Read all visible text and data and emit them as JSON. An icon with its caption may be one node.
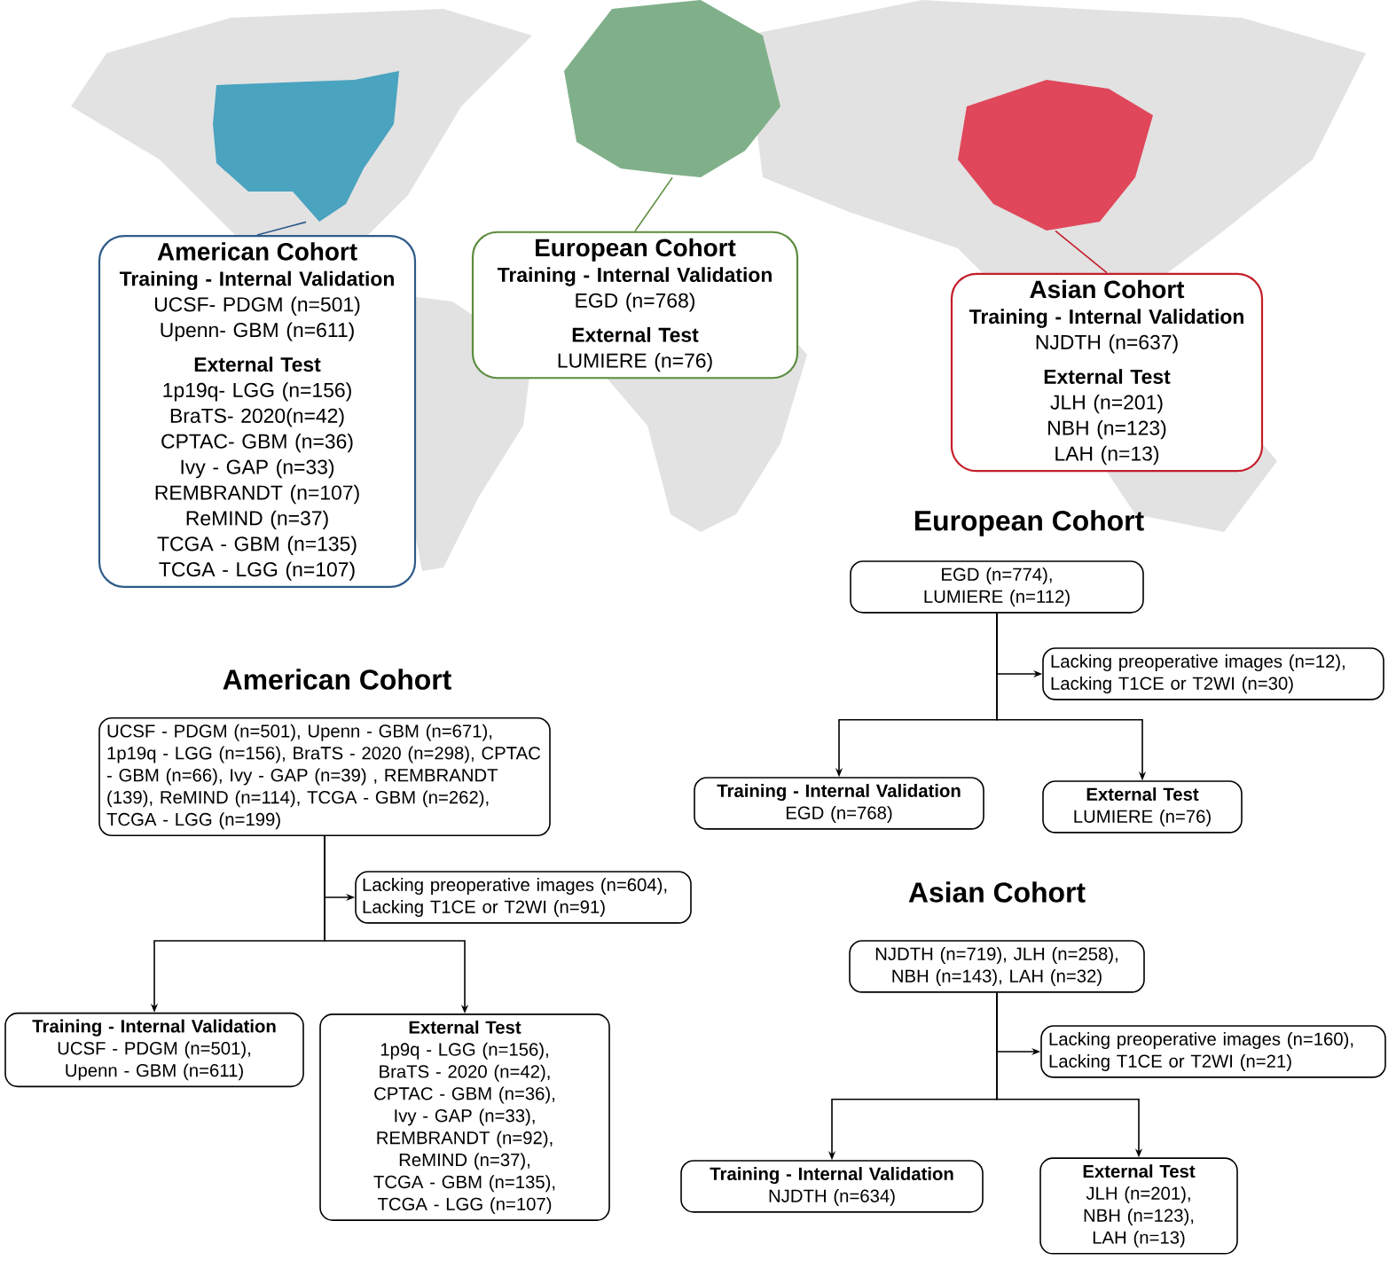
{
  "diagram": {
    "nodes": [
      {
        "text": [],
        "shape": "picture"
      },
      {
        "text": [],
        "shape": "picture"
      },
      {
        "text": [],
        "shape": "picture"
      },
      {
        "text": [
          "American Cohort",
          "Training - Internal Validation",
          "UCSF- PDGM (n=501)",
          "Upenn- GBM (n=611)",
          "External Test",
          "1p19q- LGG (n=156)",
          "BraTS- 2020(n=42)",
          "CPTAC- GBM (n=36)",
          "Ivy - GAP (n=33)",
          "REMBRANDT (n=107)",
          "ReMIND (n=37)",
          "TCGA - GBM (n=135)",
          "TCGA - LGG (n=107)"
        ]
      },
      {
        "text": [
          "European Cohort",
          "Training - Internal Validation",
          "EGD (n=768)",
          "External Test",
          "LUMIERE (n=76)"
        ]
      },
      {
        "text": [
          "Asian Cohort",
          "Training - Internal Validation",
          "NJDTH (n=637)",
          "External Test",
          "JLH (n=201)",
          "NBH (n=123)",
          "LAH (n=13)"
        ]
      },
      {
        "text": [
          "EGD (n=774), LUMIERE (n=112)"
        ]
      },
      {
        "text": [
          "Lacking preoperative images (n=12), Lacking T1CE or T2WI (n=30)"
        ]
      },
      {
        "text": [
          "Training - Internal Validation",
          "EGD (n=768)"
        ]
      },
      {
        "text": [
          "External Test",
          "LUMIERE (n=76)"
        ]
      },
      {
        "text": [
          "UCSF - PDGM (n=501), Upenn - GBM (n=671), 1p19q - LGG (n=156), BraTS - 2020 (n=298), CPTAC - GBM (n=66), Ivy - GAP (n=39) , REMBRANDT (139), ReMIND (n=114), TCGA - GBM (n=262), TCGA - LGG (n=199)"
        ]
      },
      {
        "text": [
          "Lacking preoperative images (n=604), Lacking T1CE or T2WI (n=91)"
        ]
      },
      {
        "text": [
          "Training - Internal Validation",
          "UCSF - PDGM (n=501), Upenn - GBM (n=611)"
        ]
      },
      {
        "text": [
          "External Test",
          "1p9q - LGG (n=156),",
          "BraTS - 2020 (n=42),",
          "CPTAC - GBM (n=36),",
          "Ivy - GAP (n=33),",
          "REMBRANDT (n=92),",
          "ReMIND (n=37),",
          "TCGA - GBM (n=135),",
          "TCGA - LGG (n=107)"
        ]
      },
      {
        "text": [
          "NJDTH (n=719), JLH (n=258), NBH (n=143), LAH (n=32)"
        ]
      },
      {
        "text": [
          "Lacking preoperative images (n=160), Lacking T1CE or T2WI (n=21)"
        ]
      },
      {
        "text": [
          "Training - Internal Validation",
          "NJDTH (n=634)"
        ]
      },
      {
        "text": [
          "External Test",
          "JLH (n=201), NBH (n=123), LAH (n=13)"
        ]
      }
    ],
    "edges": [
      {
        "from": 3,
        "to": 0,
        "arrow": "none",
        "color": "#2e5b8a"
      },
      {
        "from": 4,
        "to": 1,
        "arrow": "none",
        "color": "#5b8c3e"
      },
      {
        "from": 5,
        "to": 2,
        "arrow": "none",
        "color": "#c41e2a"
      },
      {
        "from": 6,
        "to": 7,
        "arrow": "to"
      },
      {
        "from": 6,
        "to": 8,
        "arrow": "to"
      },
      {
        "from": 6,
        "to": 9,
        "arrow": "to"
      },
      {
        "from": 10,
        "to": 11,
        "arrow": "to"
      },
      {
        "from": 10,
        "to": 12,
        "arrow": "to"
      },
      {
        "from": 10,
        "to": 13,
        "arrow": "to"
      },
      {
        "from": 14,
        "to": 15,
        "arrow": "to"
      },
      {
        "from": 14,
        "to": 16,
        "arrow": "to"
      },
      {
        "from": 14,
        "to": 17,
        "arrow": "to"
      }
    ],
    "labels": [
      "European Cohort",
      "American Cohort",
      "Asian Cohort"
    ]
  }
}
